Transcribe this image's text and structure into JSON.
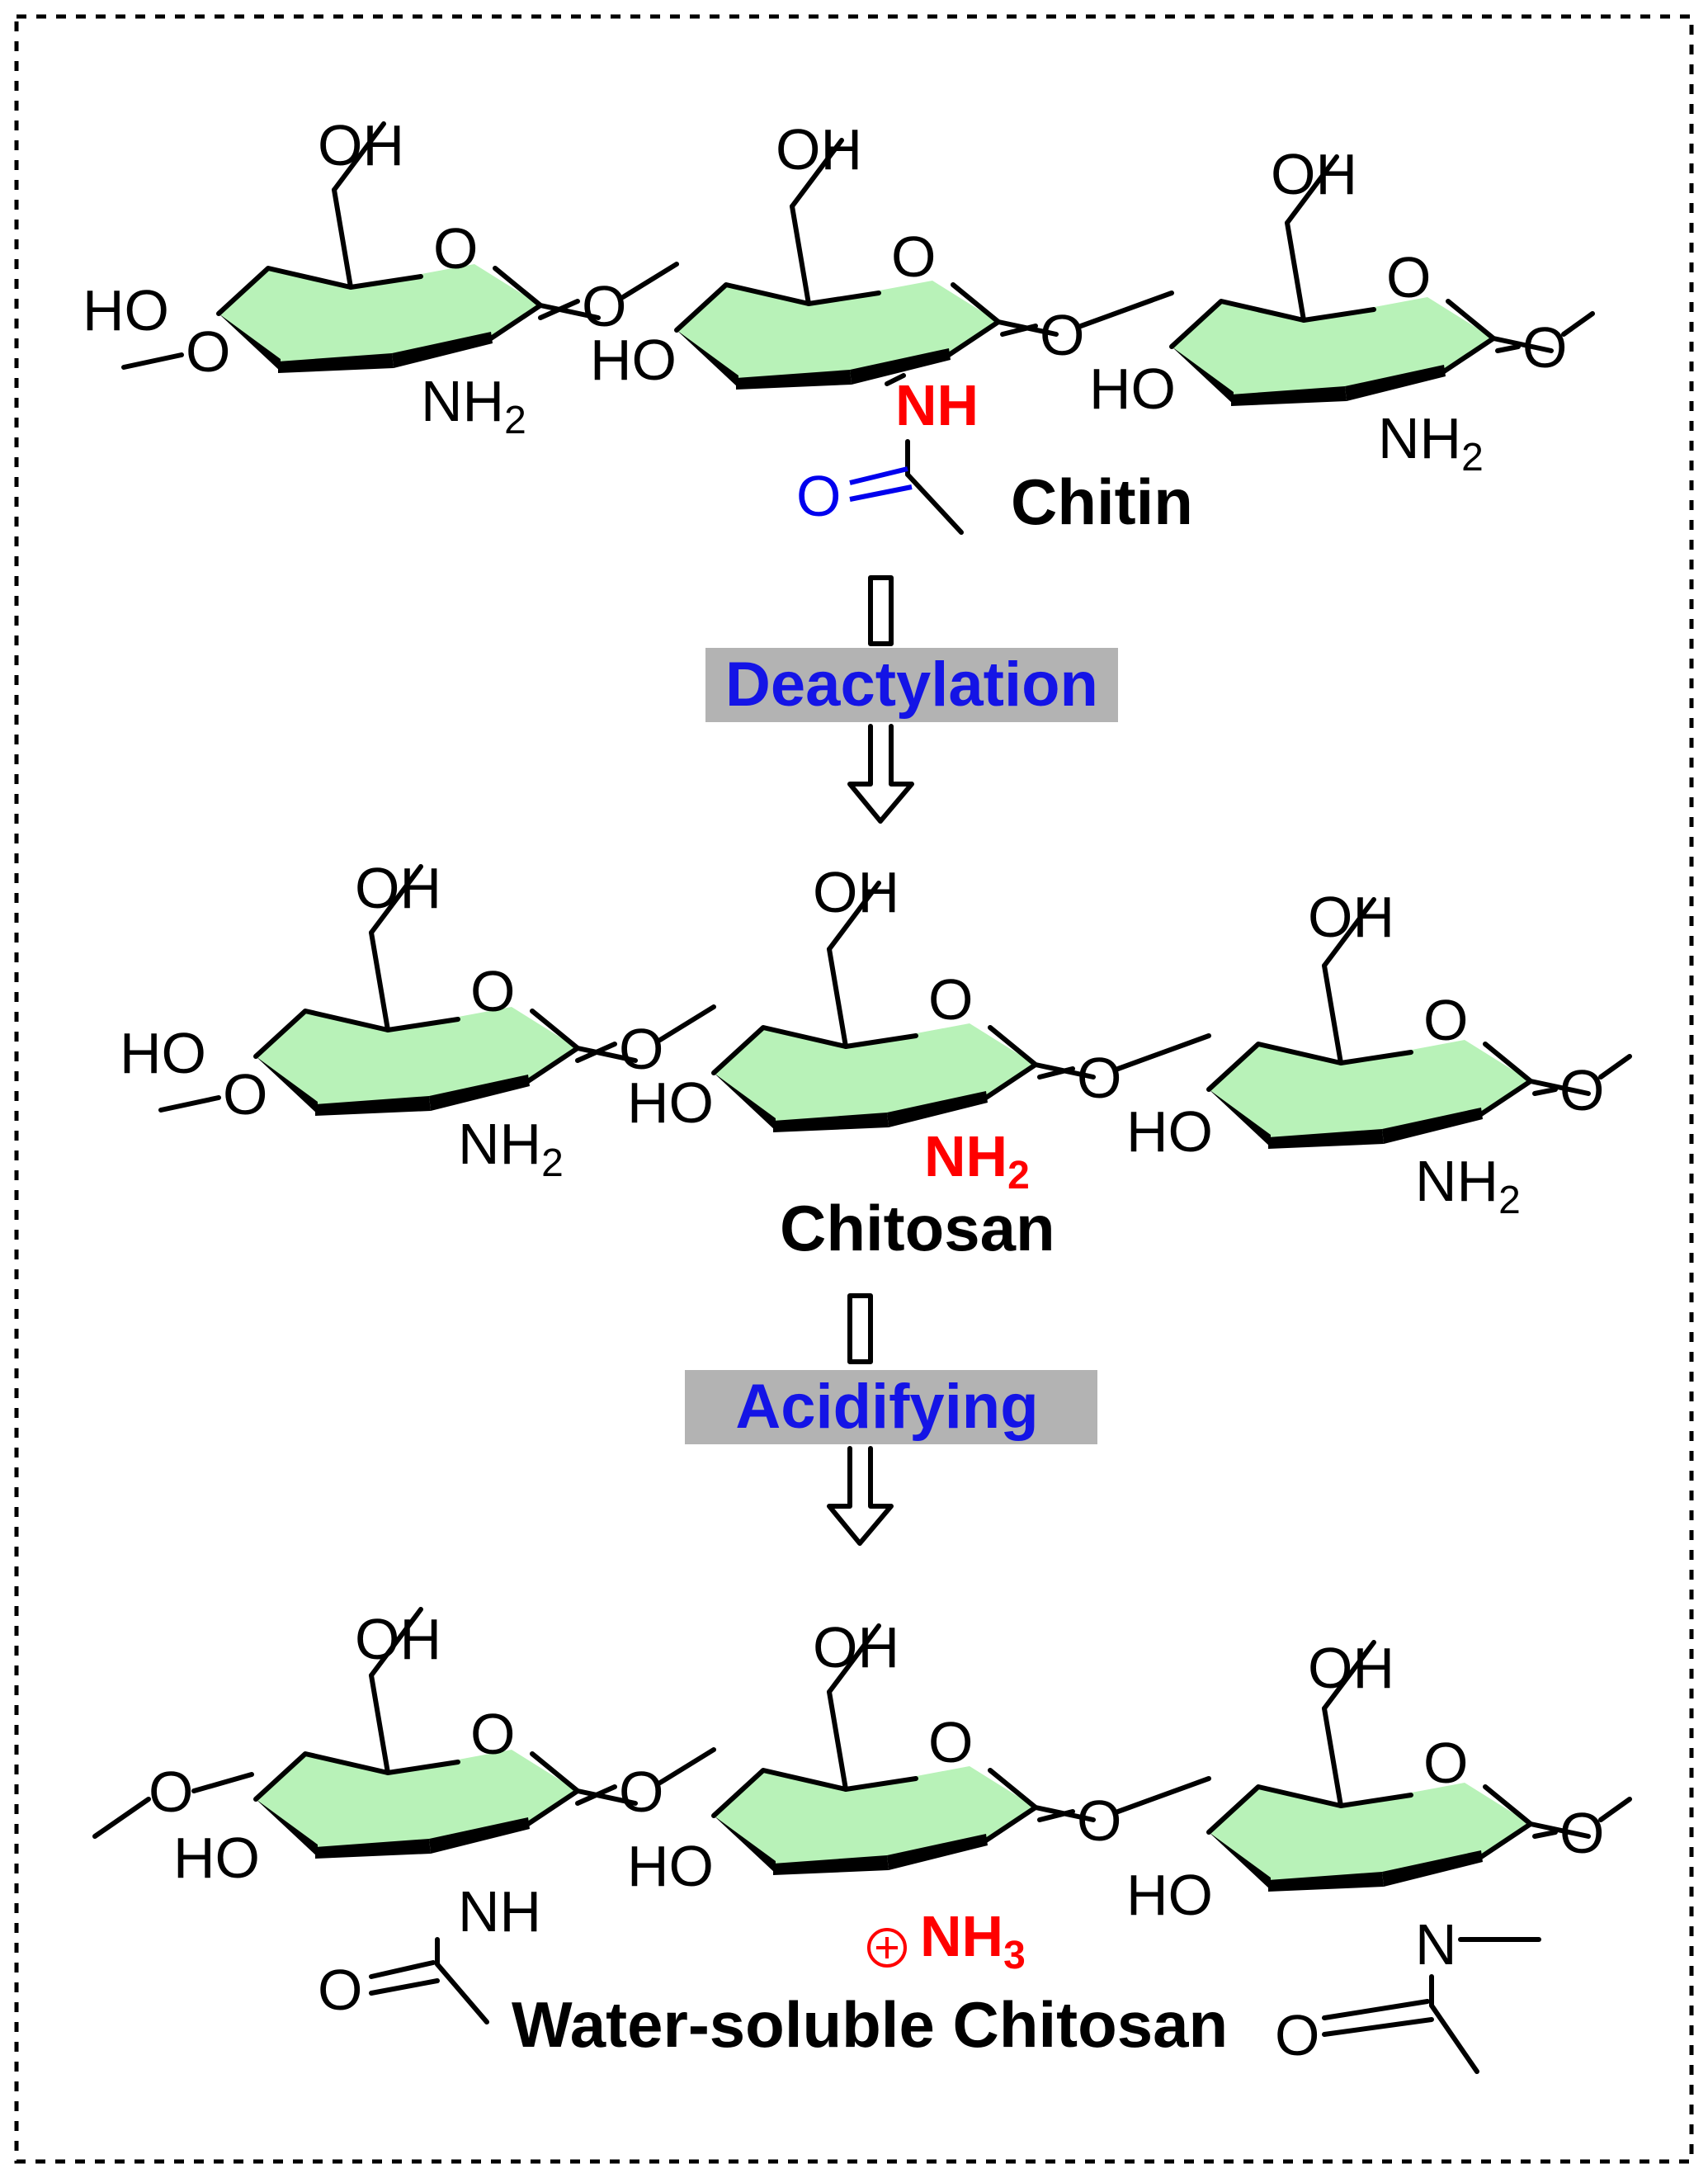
{
  "colors": {
    "ring_fill": "#b8f2b8",
    "highlight_red": "#ff0000",
    "step_blue": "#1414e6",
    "carbonyl_blue": "#0000ee",
    "step_box": "#b3b3b3",
    "border": "#000000"
  },
  "atoms": {
    "OH": "OH",
    "HO": "HO",
    "O": "O",
    "NH": "NH",
    "NH2_main": "NH",
    "sub_2": "2",
    "NH3_main": "NH",
    "sub_3": "3",
    "N": "N",
    "plus_icon": "plus-in-circle-icon"
  },
  "compounds": {
    "chitin": "Chitin",
    "chitosan": "Chitosan",
    "water_soluble": "Water-soluble Chitosan"
  },
  "steps": {
    "deacetylation": "Deactylation",
    "acidifying": "Acidifying"
  }
}
